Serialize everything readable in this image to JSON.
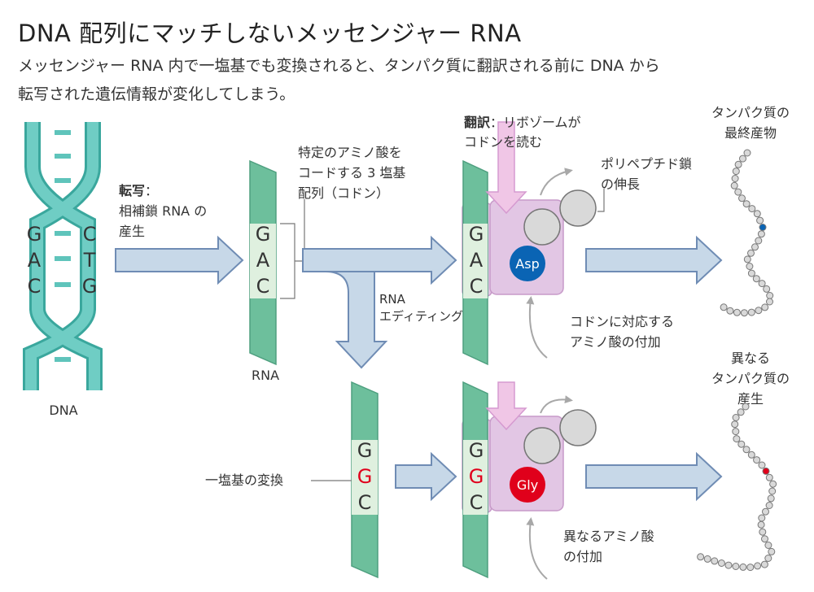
{
  "title": "DNA 配列にマッチしないメッセンジャー RNA",
  "subtitle_lines": [
    "メッセンジャー RNA 内で一塩基でも変換されると、タンパク質に翻訳される前に DNA から",
    "転写された遺伝情報が変化してしまう。"
  ],
  "dna": {
    "label": "DNA",
    "left_bases": [
      "G",
      "A",
      "C"
    ],
    "right_bases": [
      "C",
      "T",
      "G"
    ]
  },
  "transcription": {
    "label_bold": "転写",
    "label_colon": "：",
    "lines": [
      "相補鎖 RNA の",
      "産生"
    ]
  },
  "rna": {
    "label": "RNA",
    "bases": [
      "G",
      "A",
      "C"
    ]
  },
  "codon_note": [
    "特定のアミノ酸を",
    "コードする 3 塩基",
    "配列（コドン）"
  ],
  "editing": [
    "RNA",
    "エディティング"
  ],
  "translation": {
    "label_bold": "翻訳",
    "label_rest": "：リボゾームが",
    "line2": "コドンを読む"
  },
  "top_ribosome": {
    "bases": [
      "G",
      "A",
      "C"
    ],
    "amino_acid": "Asp",
    "elongation": [
      "ポリペプチド鎖",
      "の伸長"
    ],
    "attach": [
      "コドンに対応する",
      "アミノ酸の付加"
    ]
  },
  "final_protein": [
    "タンパク質の",
    "最終産物"
  ],
  "edited_rna": {
    "bases": [
      "G",
      "G",
      "C"
    ],
    "changed_index": 1,
    "note": "一塩基の変換"
  },
  "bottom_ribosome": {
    "bases": [
      "G",
      "G",
      "C"
    ],
    "amino_acid": "Gly",
    "attach": [
      "異なるアミノ酸",
      "の付加"
    ]
  },
  "different_protein": [
    "異なる",
    "タンパク質の",
    "産生"
  ],
  "colors": {
    "dna_strand": "#5fc4bb",
    "dna_strand_dark": "#3aa79d",
    "rna_strand": "#6dbf9c",
    "codon_box": "#dff0df",
    "arrow_fill": "#c7d8e8",
    "arrow_stroke": "#6f8cb4",
    "ribosome": "#e2c6e4",
    "ribosome_stroke": "#c79ac9",
    "asp": "#0a64b4",
    "gly": "#e0001b",
    "changed_base": "#e0001b",
    "protein_bead": "#d9d9d9"
  }
}
